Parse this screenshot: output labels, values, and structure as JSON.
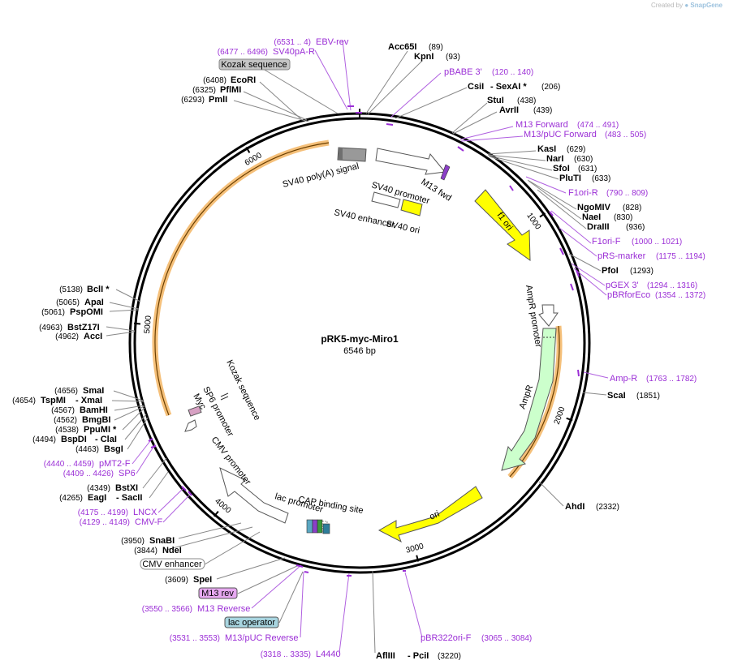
{
  "credit": {
    "created_by": "Created by",
    "brand": "SnapGene"
  },
  "plasmid": {
    "name": "pRK5-myc-Miro1",
    "size": "6546 bp",
    "length": 6546
  },
  "ticks": [
    {
      "label": "1000",
      "bp": 1000
    },
    {
      "label": "2000",
      "bp": 2000
    },
    {
      "label": "3000",
      "bp": 3000
    },
    {
      "label": "4000",
      "bp": 4000
    },
    {
      "label": "5000",
      "bp": 5000
    },
    {
      "label": "6000",
      "bp": 6000
    }
  ],
  "colors": {
    "yellow": "#ffff00",
    "green": "#ccffcc",
    "grey": "#999999",
    "primer": "#9b2fd6",
    "orange": "#f5c07a"
  },
  "features": [
    {
      "label": "f1 ori",
      "type": "yellow-arrow"
    },
    {
      "label": "AmpR promoter",
      "type": "white-arrow"
    },
    {
      "label": "AmpR",
      "type": "green-arrow"
    },
    {
      "label": "ori",
      "type": "yellow-arrow"
    },
    {
      "label": "CAP binding site",
      "type": "box"
    },
    {
      "label": "lac promoter",
      "type": "box"
    },
    {
      "label": "CMV promoter",
      "type": "white-arrow"
    },
    {
      "label": "CMV enhancer",
      "type": "white-arrow"
    },
    {
      "label": "SP6 promoter",
      "type": "white-arrow"
    },
    {
      "label": "Myc",
      "type": "pink-box"
    },
    {
      "label": "Kozak sequence",
      "type": "small"
    },
    {
      "label": "SV40 poly(A) signal",
      "type": "grey-box"
    },
    {
      "label": "SV40 promoter",
      "type": "white-arrow"
    },
    {
      "label": "M13 fwd",
      "type": "purple"
    },
    {
      "label": "SV40 enhancer",
      "type": "white-box"
    },
    {
      "label": "SV40 ori",
      "type": "yellow-box"
    }
  ],
  "sites_right": [
    {
      "name": "Acc65I",
      "pos": "(89)"
    },
    {
      "name": "KpnI",
      "pos": "(93)"
    },
    {
      "name": "CsiI",
      "name2": "SexAI *",
      "pos": "(206)"
    },
    {
      "name": "StuI",
      "pos": "(438)"
    },
    {
      "name": "AvrII",
      "pos": "(439)"
    },
    {
      "name": "KasI",
      "pos": "(629)"
    },
    {
      "name": "NarI",
      "pos": "(630)"
    },
    {
      "name": "SfoI",
      "pos": "(631)"
    },
    {
      "name": "PluTI",
      "pos": "(633)"
    },
    {
      "name": "NgoMIV",
      "pos": "(828)"
    },
    {
      "name": "NaeI",
      "pos": "(830)"
    },
    {
      "name": "DraIII",
      "pos": "(936)"
    },
    {
      "name": "PfoI",
      "pos": "(1293)"
    },
    {
      "name": "ScaI",
      "pos": "(1851)"
    },
    {
      "name": "AhdI",
      "pos": "(2332)"
    }
  ],
  "primers_right": [
    {
      "name": "pBABE 3'",
      "range": "(120 .. 140)"
    },
    {
      "name": "M13 Forward",
      "range": "(474 .. 491)"
    },
    {
      "name": "M13/pUC Forward",
      "range": "(483 .. 505)"
    },
    {
      "name": "F1ori-R",
      "range": "(790 .. 809)"
    },
    {
      "name": "F1ori-F",
      "range": "(1000 .. 1021)"
    },
    {
      "name": "pRS-marker",
      "range": "(1175 .. 1194)"
    },
    {
      "name": "pGEX 3'",
      "range": "(1294 .. 1316)"
    },
    {
      "name": "pBRforEco",
      "range": "(1354 .. 1372)"
    },
    {
      "name": "Amp-R",
      "range": "(1763 .. 1782)"
    },
    {
      "name": "pBR322ori-F",
      "range": "(3065 .. 3084)"
    }
  ],
  "sites_left": [
    {
      "name": "EcoRI",
      "pos": "(6408)"
    },
    {
      "name": "PflMI",
      "pos": "(6325)"
    },
    {
      "name": "PmlI",
      "pos": "(6293)"
    },
    {
      "name": "BclI *",
      "pos": "(5138)"
    },
    {
      "name": "ApaI",
      "pos": "(5065)"
    },
    {
      "name": "PspOMI",
      "pos": "(5061)"
    },
    {
      "name": "BstZ17I",
      "pos": "(4963)"
    },
    {
      "name": "AccI",
      "pos": "(4962)"
    },
    {
      "name": "SmaI",
      "pos": "(4656)"
    },
    {
      "name": "TspMI",
      "name2": "XmaI",
      "pos": "(4654)"
    },
    {
      "name": "BamHI",
      "pos": "(4567)"
    },
    {
      "name": "BmgBI",
      "pos": "(4562)"
    },
    {
      "name": "PpuMI *",
      "pos": "(4538)"
    },
    {
      "name": "BspDI",
      "name2": "ClaI",
      "pos": "(4494)"
    },
    {
      "name": "BsgI",
      "pos": "(4463)"
    },
    {
      "name": "BstXI",
      "pos": "(4349)"
    },
    {
      "name": "EagI",
      "name2": "SacII",
      "pos": "(4265)"
    },
    {
      "name": "SnaBI",
      "pos": "(3950)"
    },
    {
      "name": "NdeI",
      "pos": "(3844)"
    },
    {
      "name": "SpeI",
      "pos": "(3609)"
    },
    {
      "name": "AflIII",
      "name2": "PciI",
      "pos": "(3220)"
    }
  ],
  "primers_left": [
    {
      "name": "EBV-rev",
      "range": "(6531 .. 4)"
    },
    {
      "name": "SV40pA-R",
      "range": "(6477 .. 6496)"
    },
    {
      "name": "pMT2-F",
      "range": "(4440 .. 4459)"
    },
    {
      "name": "SP6",
      "range": "(4409 .. 4426)"
    },
    {
      "name": "LNCX",
      "range": "(4175 .. 4199)"
    },
    {
      "name": "CMV-F",
      "range": "(4129 .. 4149)"
    },
    {
      "name": "M13 Reverse",
      "range": "(3550 .. 3566)"
    },
    {
      "name": "M13/pUC Reverse",
      "range": "(3531 .. 3553)"
    },
    {
      "name": "L4440",
      "range": "(3318 .. 3335)"
    }
  ],
  "boxed_labels": {
    "kozak": "Kozak sequence",
    "cmv_enhancer": "CMV enhancer",
    "m13_rev": "M13 rev",
    "lac_operator": "lac operator"
  }
}
